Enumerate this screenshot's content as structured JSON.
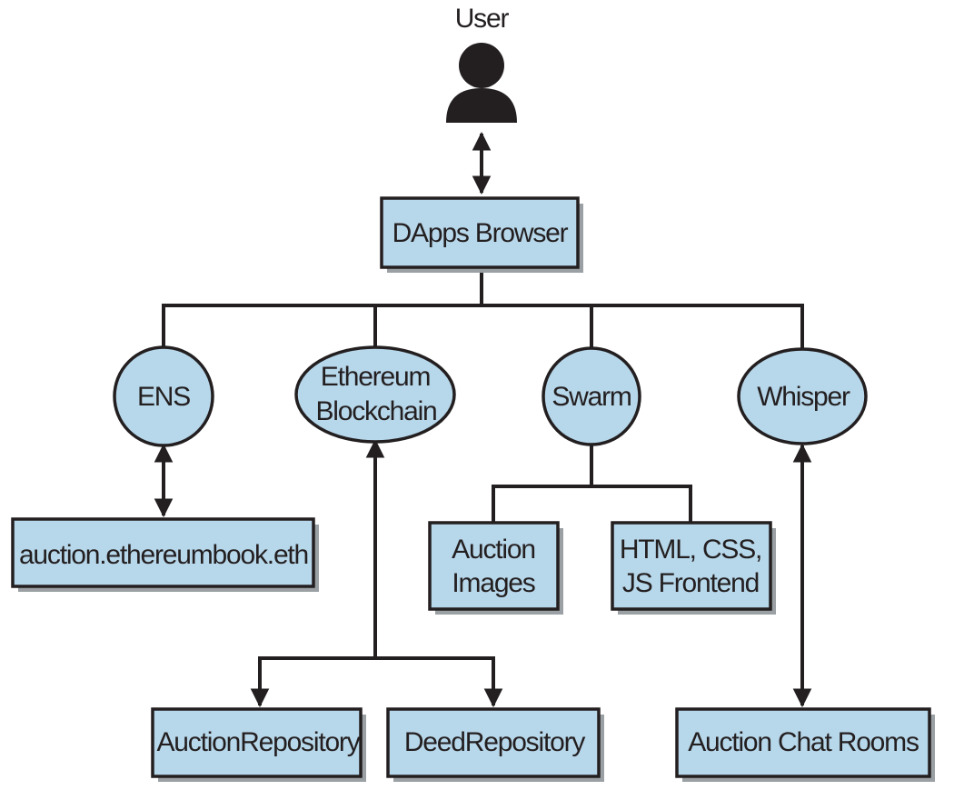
{
  "user": {
    "label": "User",
    "icon": "user-icon"
  },
  "browser": {
    "label": "DApps Browser"
  },
  "services": {
    "ens": {
      "label": "ENS"
    },
    "ethereum": {
      "line1": "Ethereum",
      "line2": "Blockchain"
    },
    "swarm": {
      "label": "Swarm"
    },
    "whisper": {
      "label": "Whisper"
    }
  },
  "resources": {
    "ens_domain": {
      "label": "auction.ethereumbook.eth"
    },
    "auction_images": {
      "line1": "Auction",
      "line2": "Images"
    },
    "frontend": {
      "line1": "HTML, CSS,",
      "line2": "JS Frontend"
    },
    "auction_repository": {
      "label": "AuctionRepository"
    },
    "deed_repository": {
      "label": "DeedRepository"
    },
    "chat_rooms": {
      "label": "Auction Chat Rooms"
    }
  },
  "colors": {
    "fill": "#b7d7ea",
    "stroke": "#231f20",
    "shadow": "#9aa0a3"
  }
}
